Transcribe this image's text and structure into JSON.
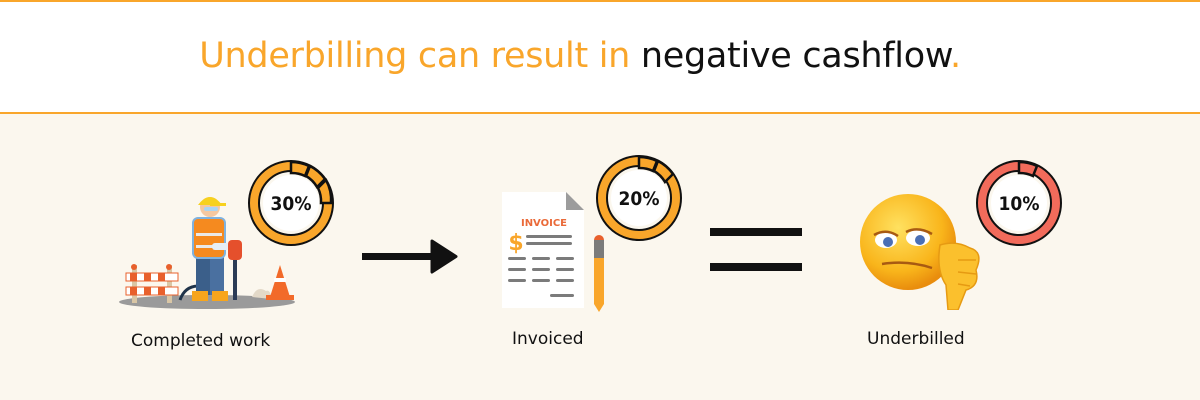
{
  "header": {
    "title_part1": "Underbilling can result in ",
    "title_part2": "negative cashflow",
    "title_part3": "."
  },
  "colors": {
    "accent": "#f9a62b",
    "danger": "#f26b5b",
    "background": "#fbf7ee",
    "text": "#111111"
  },
  "steps": [
    {
      "label": "Completed work",
      "percent_label": "30%",
      "percent": 30,
      "icon": "construction-worker-icon",
      "ring_color": "#f9a62b"
    },
    {
      "label": "Invoiced",
      "percent_label": "20%",
      "percent": 20,
      "icon": "invoice-document-icon",
      "ring_color": "#f9a62b",
      "invoice_title": "INVOICE",
      "currency_symbol": "$"
    },
    {
      "label": "Underbilled",
      "percent_label": "10%",
      "percent": 10,
      "icon": "thumbs-down-emoji-icon",
      "ring_color": "#f26b5b"
    }
  ],
  "operators": [
    {
      "type": "arrow-right"
    },
    {
      "type": "equals"
    }
  ]
}
